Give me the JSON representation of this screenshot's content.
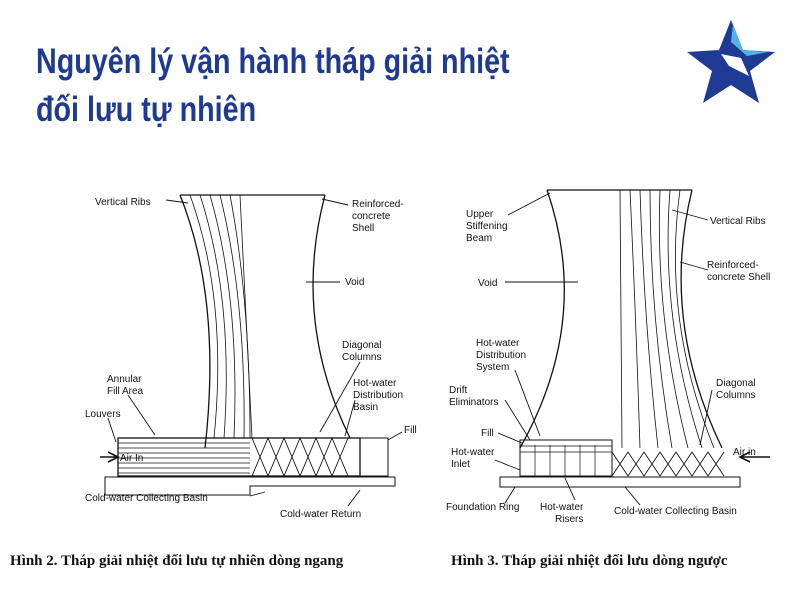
{
  "page": {
    "title_line1": "Nguyên lý vận hành tháp giải nhiệt",
    "title_line2": "đối lưu tự nhiên",
    "brand_colors": {
      "title": "#1f3a93",
      "logo_dark": "#1f3a93",
      "logo_light": "#4fb3e8"
    },
    "logo_icon": "star-icon"
  },
  "figure_left": {
    "labels": {
      "vertical_ribs": "Vertical Ribs",
      "shell_1": "Reinforced-",
      "shell_2": "concrete",
      "shell_3": "Shell",
      "void": "Void",
      "diagonal_1": "Diagonal",
      "diagonal_2": "Columns",
      "annular_1": "Annular",
      "annular_2": "Fill Area",
      "hotwater_1": "Hot-water",
      "hotwater_2": "Distribution",
      "hotwater_3": "Basin",
      "louvers": "Louvers",
      "fill": "Fill",
      "air_in": "Air In",
      "cold_basin": "Cold-water Collecting Basin",
      "cold_return": "Cold-water Return"
    },
    "caption": "Hình 2. Tháp giải nhiệt đối lưu tự nhiên dòng ngang"
  },
  "figure_right": {
    "labels": {
      "upper_1": "Upper",
      "upper_2": "Stiffening",
      "upper_3": "Beam",
      "vertical_ribs": "Vertical Ribs",
      "void": "Void",
      "shell_1": "Reinforced-",
      "shell_2": "concrete Shell",
      "hotdist_1": "Hot-water",
      "hotdist_2": "Distribution",
      "hotdist_3": "System",
      "drift_1": "Drift",
      "drift_2": "Eliminators",
      "diagonal_1": "Diagonal",
      "diagonal_2": "Columns",
      "fill": "Fill",
      "hotinlet_1": "Hot-water",
      "hotinlet_2": "Inlet",
      "air_in": "Air in",
      "foundation": "Foundation Ring",
      "risers_1": "Hot-water",
      "risers_2": "Risers",
      "cold_basin": "Cold-water Collecting Basin"
    },
    "caption": "Hình 3. Tháp giải nhiệt đối lưu dòng ngược"
  }
}
